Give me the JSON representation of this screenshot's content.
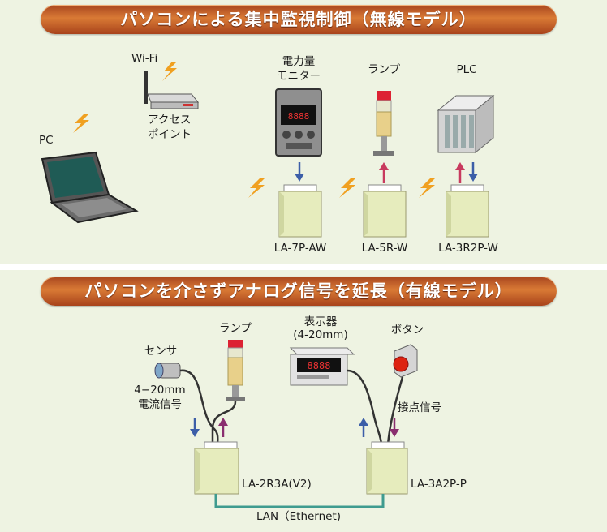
{
  "top_section": {
    "title": "パソコンによる集中監視制御（無線モデル）",
    "wifi_label": "Wi-Fi",
    "access_point_label_line1": "アクセス",
    "access_point_label_line2": "ポイント",
    "pc_label": "PC",
    "power_monitor_label_line1": "電力量",
    "power_monitor_label_line2": "モニター",
    "lamp_label": "ランプ",
    "plc_label": "PLC",
    "devices": [
      {
        "model": "LA-7P-AW"
      },
      {
        "model": "LA-5R-W"
      },
      {
        "model": "LA-3R2P-W"
      }
    ]
  },
  "bottom_section": {
    "title": "パソコンを介さずアナログ信号を延長（有線モデル）",
    "sensor_label": "センサ",
    "current_label_line1": "4−20mm",
    "current_label_line2": "電流信号",
    "lamp_label": "ランプ",
    "display_label_line1": "表示器",
    "display_label_line2": "(4-20mm)",
    "button_label": "ボタン",
    "contact_label": "接点信号",
    "left_device_model": "LA-2R3A(V2)",
    "right_device_model": "LA-3A2P-P",
    "connection_label": "LAN（Ethernet)"
  },
  "colors": {
    "banner": "#c2602a",
    "background": "#eef3e2",
    "device_body": "#e6ecbd",
    "arrow_down": "#3c5ea8",
    "arrow_up": "#c83a5e",
    "lan_line": "#3f9b8f",
    "lightning": "#f0a020"
  }
}
